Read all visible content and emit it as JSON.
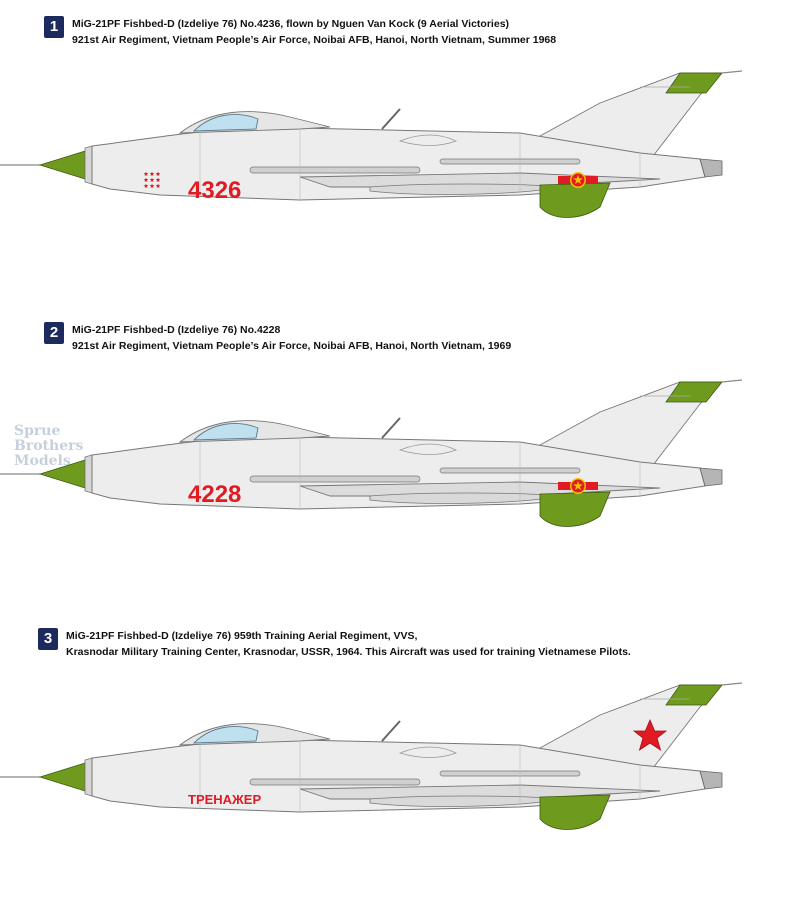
{
  "profiles": [
    {
      "number": "1",
      "line1": "MiG-21PF Fishbed-D (Izdeliye 76) No.4236, flown by Nguen Van Kock (9 Aerial Victories)",
      "line2": "921st Air Regiment, Vietnam People’s Air Force, Noibai AFB, Hanoi, North Vietnam, Summer 1968",
      "nose_marking": "4326",
      "marking_color": "#e01b24",
      "insignia": "vpaf-roundel",
      "kill_stars": 9
    },
    {
      "number": "2",
      "line1": "MiG-21PF Fishbed-D (Izdeliye 76) No.4228",
      "line2": "921st Air Regiment, Vietnam People’s Air Force, Noibai AFB, Hanoi, North Vietnam, 1969",
      "nose_marking": "4228",
      "marking_color": "#e01b24",
      "insignia": "vpaf-roundel"
    },
    {
      "number": "3",
      "line1": "MiG-21PF Fishbed-D (Izdeliye 76) 959th Training Aerial Regiment, VVS,",
      "line2": "Krasnodar Military Training Center, Krasnodar, USSR, 1964. This Aircraft was used for training Vietnamese Pilots.",
      "nose_marking": "ТРЕНАЖЕР",
      "marking_color": "#e01b24",
      "insignia": "soviet-red-star"
    }
  ],
  "watermark": {
    "line1": "Sprue",
    "line2": "Brothers",
    "line3": "Models"
  },
  "colors": {
    "fuselage": "#ededed",
    "green": "#6e9a1e",
    "badge": "#1d2a5e",
    "canopy": "#bfe0ef"
  }
}
